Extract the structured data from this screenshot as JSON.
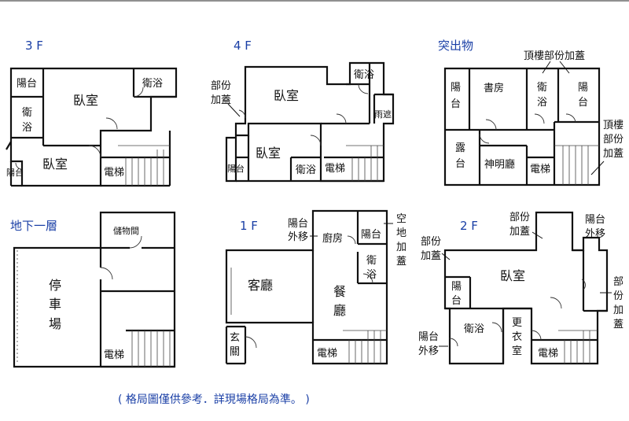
{
  "plans": {
    "f3": {
      "title": "3 F",
      "rooms": [
        "陽台",
        "衛浴",
        "臥室",
        "衛",
        "浴",
        "臥室",
        "陽台",
        "電梯"
      ]
    },
    "f4": {
      "title": "4 F",
      "rooms": [
        "部份",
        "加蓋",
        "臥室",
        "衛浴",
        "雨遮",
        "臥室",
        "陽台",
        "衛浴",
        "電梯"
      ]
    },
    "roof": {
      "title": "突出物",
      "rooms": [
        "頂樓部份加蓋",
        "陽",
        "台",
        "書房",
        "衛",
        "浴",
        "陽",
        "台",
        "頂樓",
        "部份",
        "加蓋",
        "露",
        "台",
        "神明廳",
        "電梯"
      ]
    },
    "b1": {
      "title": "地下一層",
      "rooms": [
        "儲物間",
        "停",
        "車",
        "場",
        "電梯"
      ]
    },
    "f1": {
      "title": "1 F",
      "rooms": [
        "陽台",
        "外移",
        "廚房",
        "陽台",
        "空",
        "地",
        "加",
        "蓋",
        "衛",
        "浴",
        "客廳",
        "餐",
        "廳",
        "玄",
        "關",
        "電梯"
      ]
    },
    "f2": {
      "title": "2 F",
      "rooms": [
        "部份",
        "加蓋",
        "陽台",
        "外移",
        "部份",
        "加蓋",
        "臥室",
        "陽",
        "台",
        "部",
        "份",
        "加",
        "蓋",
        "衛浴",
        "更",
        "衣",
        "室",
        "陽台",
        "外移",
        "電梯"
      ]
    }
  },
  "footnote": "( 格局圖僅供參考．詳現場格局為準。 )"
}
